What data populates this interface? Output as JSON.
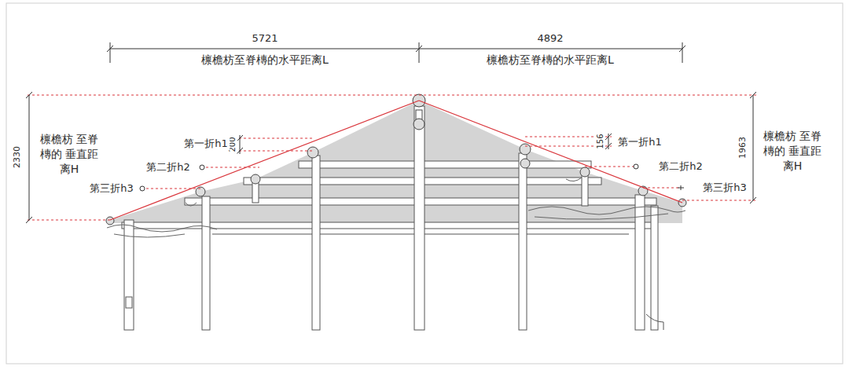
{
  "diagram": {
    "labels": [
      "5721",
      "檩檐枋至脊槫的水平距离L",
      "4892",
      "檩檐枋至脊槫的水平距离L",
      "2330",
      "檩檐枋 至脊槫的 垂直距离H",
      "200",
      "第一折h1",
      "第二折h2",
      "第三折h3",
      "156",
      "第一折h1",
      "第二折h2",
      "第三折h3",
      "1963",
      "檩檐枋 至脊槫的 垂直距离H"
    ]
  }
}
